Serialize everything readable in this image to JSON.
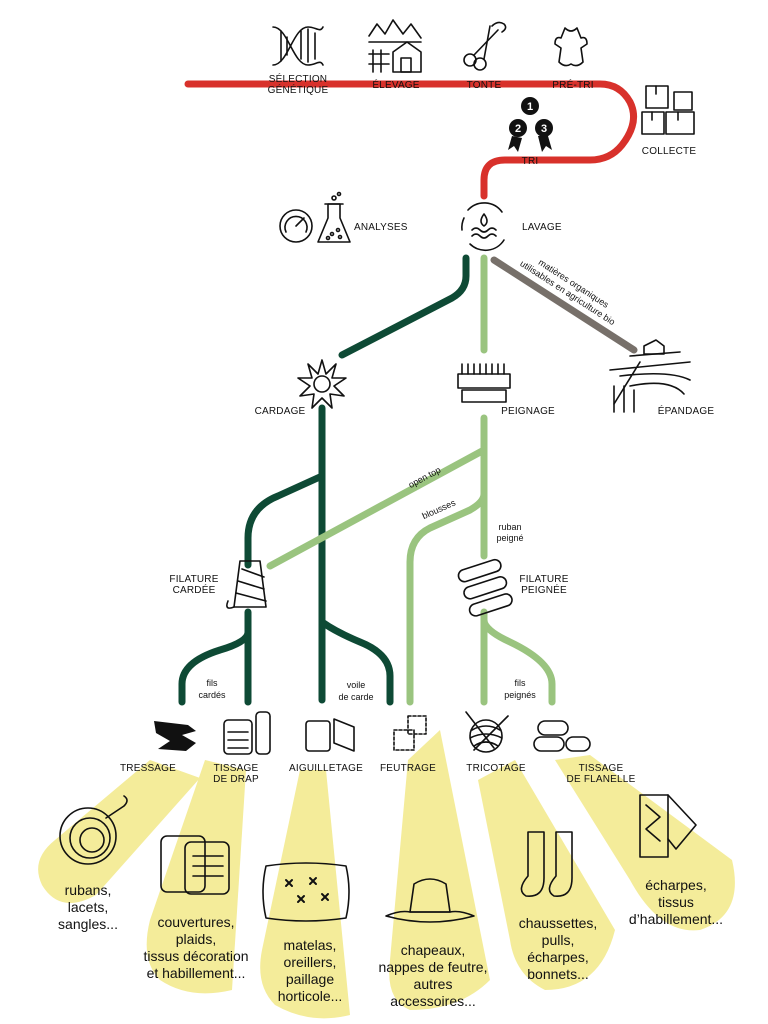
{
  "colors": {
    "top_line": "#d8312b",
    "carded": "#0e4a35",
    "combed": "#9ac47f",
    "organic": "#77706a",
    "spotlight": "#f4ec9a",
    "ink": "#111111"
  },
  "steps": {
    "selection": [
      "SÉLECTION",
      "GÉNÉTIQUE"
    ],
    "elevage": "ÉLEVAGE",
    "tonte": "TONTE",
    "pretri": "PRÉ-TRI",
    "collecte": "COLLECTE",
    "tri": "TRI",
    "analyses": "ANALYSES",
    "lavage": "LAVAGE",
    "cardage": "CARDAGE",
    "peignage": "PEIGNAGE",
    "epandage": "ÉPANDAGE",
    "filature_cardee": [
      "FILATURE",
      "CARDÉE"
    ],
    "filature_peignee": [
      "FILATURE",
      "PEIGNÉE"
    ],
    "tressage": "TRESSAGE",
    "tissage_drap": [
      "TISSAGE",
      "DE DRAP"
    ],
    "aiguilletage": "AIGUILLETAGE",
    "feutrage": "FEUTRAGE",
    "tricotage": "TRICOTAGE",
    "tissage_flanelle": [
      "TISSAGE",
      "DE FLANELLE"
    ]
  },
  "ranks": [
    "1",
    "2",
    "3"
  ],
  "flow_labels": {
    "organic": [
      "matières organiques",
      "utilisables en agriculture bio"
    ],
    "open_top": "open top",
    "blousses": "blousses",
    "ruban_peigne": [
      "ruban",
      "peigné"
    ],
    "fils_cardes": [
      "fils",
      "cardés"
    ],
    "voile_de_carde": [
      "voile",
      "de carde"
    ],
    "fils_peignes": [
      "fils",
      "peignés"
    ]
  },
  "products": {
    "tressage": [
      "rubans,",
      "lacets,",
      "sangles..."
    ],
    "tissage_drap": [
      "couvertures,",
      "plaids,",
      "tissus décoration",
      "et habillement..."
    ],
    "aiguilletage": [
      "matelas,",
      "oreillers,",
      "paillage",
      "horticole..."
    ],
    "feutrage": [
      "chapeaux,",
      "nappes de feutre,",
      "autres",
      "accessoires..."
    ],
    "tricotage": [
      "chaussettes,",
      "pulls,",
      "écharpes,",
      "bonnets..."
    ],
    "tissage_flanelle": [
      "écharpes,",
      "tissus",
      "d’habillement..."
    ]
  },
  "icons": [
    "dna-icon",
    "farm-icon",
    "scissors-icon",
    "sheepskin-icon",
    "boxes-icon",
    "ribbon-medals-icon",
    "gauge-icon",
    "flask-icon",
    "washing-icon",
    "carding-flower-icon",
    "comb-icon",
    "field-icon",
    "spool-icon",
    "combed-bobbins-icon",
    "braid-icon",
    "fabric-roll-icon",
    "felt-pad-icon",
    "felt-patches-icon",
    "yarn-ball-icon",
    "flannel-rolls-icon",
    "rope-icon",
    "blankets-icon",
    "pillow-icon",
    "hat-icon",
    "socks-icon",
    "scarf-icon"
  ]
}
